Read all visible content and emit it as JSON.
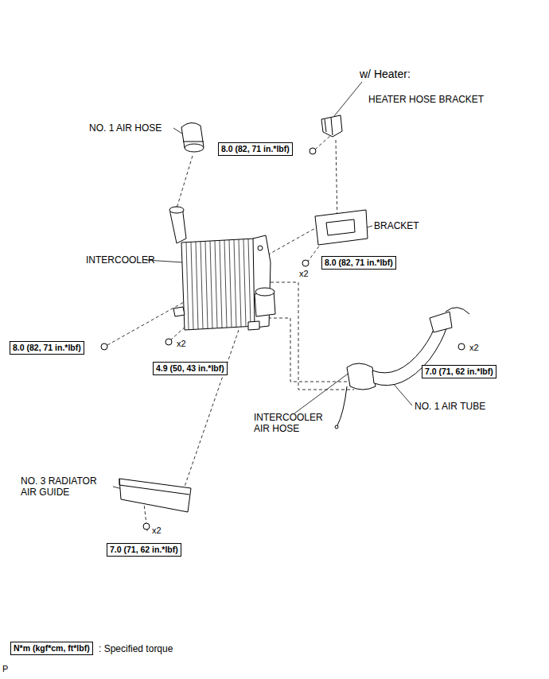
{
  "diagram": {
    "nodes": [
      {
        "text": [
          "8.0 (82, 71 in.*lbf)"
        ]
      },
      {
        "text": [
          "8.0 (82, 71 in.*lbf)"
        ]
      },
      {
        "text": [
          "8.0 (82, 71 in.*lbf)"
        ]
      },
      {
        "text": [
          "4.9 (50, 43 in.*lbf)"
        ]
      },
      {
        "text": [
          "7.0 (71, 62 in.*lbf)"
        ]
      },
      {
        "text": [
          "7.0 (71, 62 in.*lbf)"
        ]
      },
      {
        "text": [
          "N*m (kgf*cm, ft*lbf)"
        ]
      }
    ],
    "labels": [
      "w/ Heater:",
      "HEATER HOSE BRACKET",
      "NO. 1 AIR HOSE",
      "BRACKET",
      "x2",
      "INTERCOOLER",
      "x2",
      "x2",
      "INTERCOOLER AIR HOSE",
      "NO. 1 AIR TUBE",
      "NO. 3 RADIATOR AIR GUIDE",
      "x2",
      ": Specified torque",
      "P"
    ]
  }
}
